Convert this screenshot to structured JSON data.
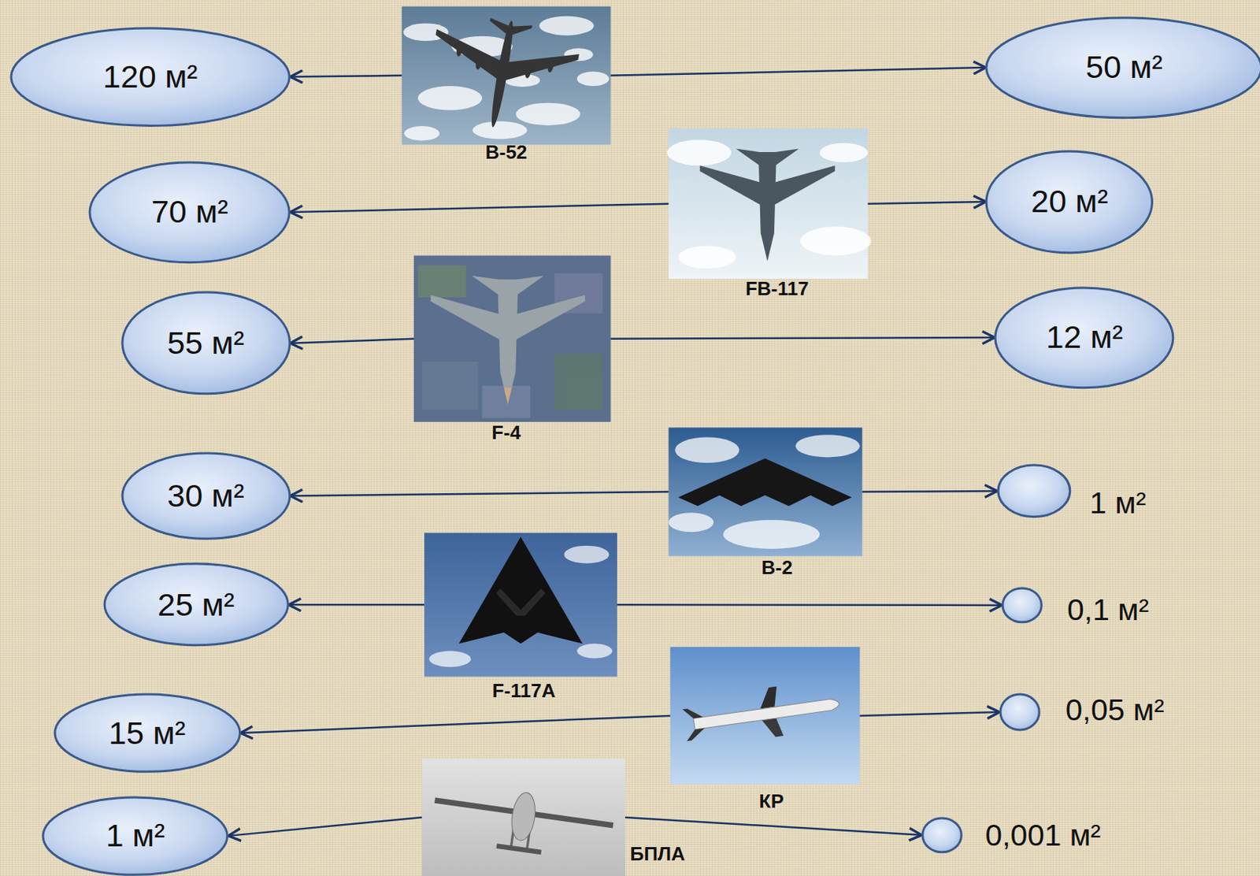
{
  "diagram": {
    "nodes": [
      {
        "text": [
          "120 м²"
        ]
      },
      {
        "text": [
          "B-52"
        ]
      },
      {
        "text": [
          "50 м²"
        ]
      },
      {
        "text": [
          "70 м²"
        ]
      },
      {
        "text": [
          "FB-117"
        ]
      },
      {
        "text": [
          "20 м²"
        ]
      },
      {
        "text": [
          "55 м²"
        ]
      },
      {
        "text": [
          "F-4"
        ]
      },
      {
        "text": [
          "12 м²"
        ]
      },
      {
        "text": [
          "30 м²"
        ]
      },
      {
        "text": [
          "B-2"
        ]
      },
      {
        "text": [
          "1 м²"
        ]
      },
      {
        "text": [
          "25 м²"
        ]
      },
      {
        "text": [
          "F-117A"
        ]
      },
      {
        "text": [
          "0,1 м²"
        ]
      },
      {
        "text": [
          "15 м²"
        ]
      },
      {
        "text": [
          "КР"
        ]
      },
      {
        "text": [
          "0,05 м²"
        ]
      },
      {
        "text": [
          "1 м²"
        ]
      },
      {
        "text": [
          "БПЛА"
        ]
      },
      {
        "text": [
          "0,001 м²"
        ]
      }
    ],
    "edges": [
      {
        "from": 1,
        "to": 0,
        "arrow": "to"
      },
      {
        "from": 1,
        "to": 2,
        "arrow": "to"
      },
      {
        "from": 4,
        "to": 3,
        "arrow": "to"
      },
      {
        "from": 4,
        "to": 5,
        "arrow": "to"
      },
      {
        "from": 7,
        "to": 6,
        "arrow": "to"
      },
      {
        "from": 7,
        "to": 8,
        "arrow": "to"
      },
      {
        "from": 10,
        "to": 9,
        "arrow": "to"
      },
      {
        "from": 10,
        "to": 11,
        "arrow": "to"
      },
      {
        "from": 13,
        "to": 12,
        "arrow": "to"
      },
      {
        "from": 13,
        "to": 14,
        "arrow": "to"
      },
      {
        "from": 16,
        "to": 15,
        "arrow": "to"
      },
      {
        "from": 16,
        "to": 17,
        "arrow": "to"
      },
      {
        "from": 19,
        "to": 18,
        "arrow": "to"
      },
      {
        "from": 19,
        "to": 20,
        "arrow": "to"
      }
    ]
  }
}
